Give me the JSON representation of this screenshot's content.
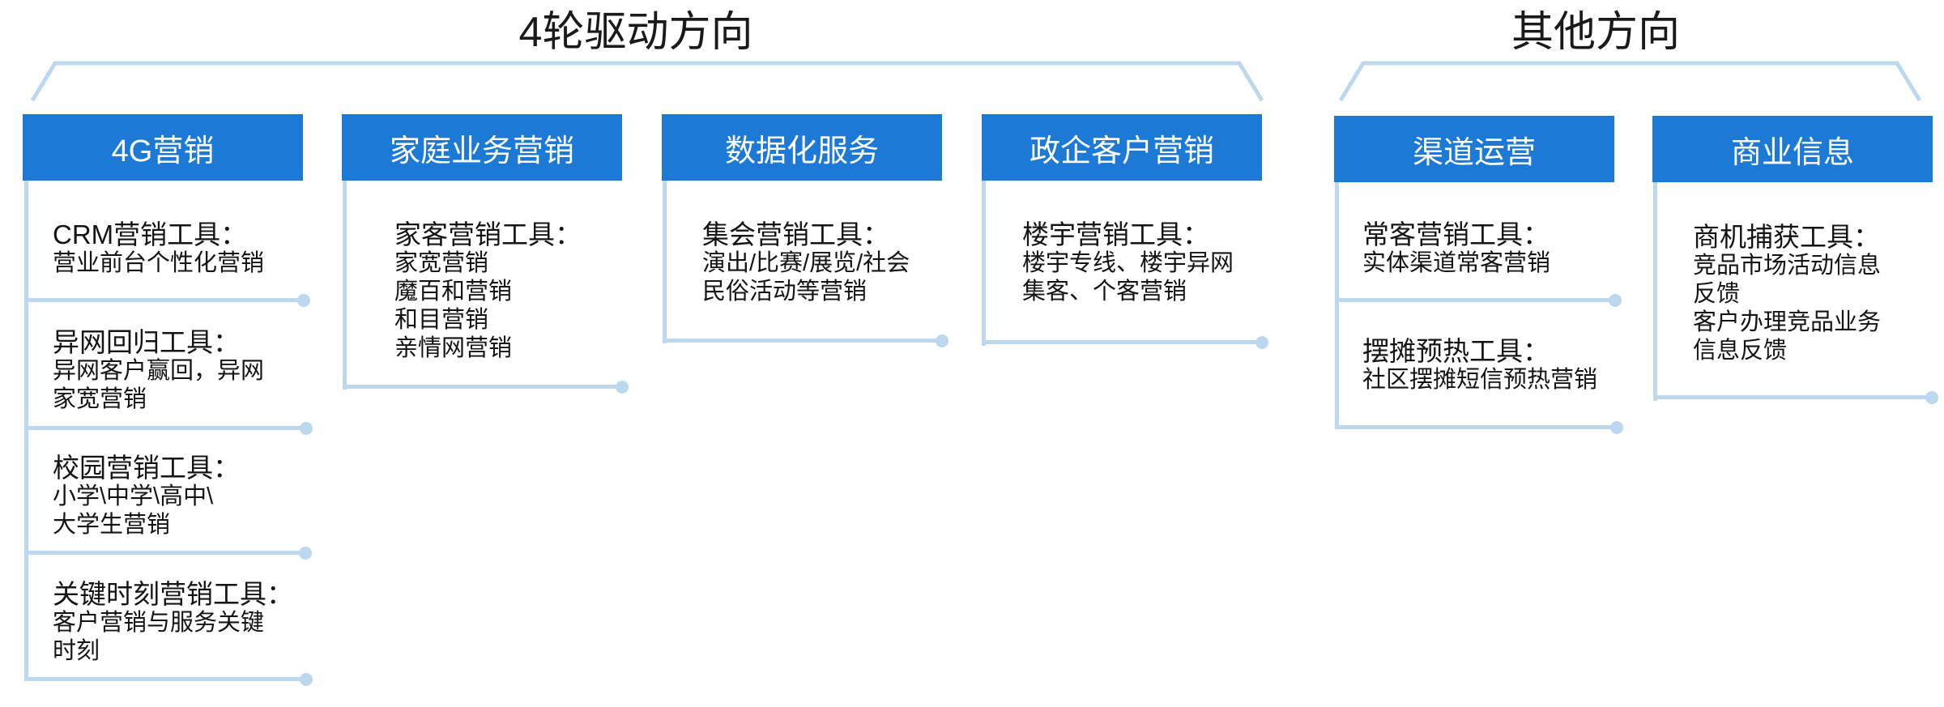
{
  "group_titles": {
    "four_wheel": "4轮驱动方向",
    "other": "其他方向"
  },
  "columns": [
    {
      "header": "4G营销",
      "blocks": [
        {
          "title": "CRM营销工具：",
          "lines": [
            "营业前台个性化营销"
          ]
        },
        {
          "title": "异网回归工具：",
          "lines": [
            "异网客户赢回，异网",
            "家宽营销"
          ]
        },
        {
          "title": "校园营销工具：",
          "lines": [
            "小学\\中学\\高中\\",
            "大学生营销"
          ]
        },
        {
          "title": "关键时刻营销工具：",
          "lines": [
            "客户营销与服务关键",
            "时刻"
          ]
        }
      ]
    },
    {
      "header": "家庭业务营销",
      "blocks": [
        {
          "title": "家客营销工具：",
          "lines": [
            "家宽营销",
            "魔百和营销",
            "和目营销",
            "亲情网营销"
          ]
        }
      ]
    },
    {
      "header": "数据化服务",
      "blocks": [
        {
          "title": "集会营销工具：",
          "lines": [
            "演出/比赛/展览/社会",
            "民俗活动等营销"
          ]
        }
      ]
    },
    {
      "header": "政企客户营销",
      "blocks": [
        {
          "title": "楼宇营销工具：",
          "lines": [
            "楼宇专线、楼宇异网",
            "集客、个客营销"
          ]
        }
      ]
    },
    {
      "header": "渠道运营",
      "blocks": [
        {
          "title": "常客营销工具：",
          "lines": [
            "实体渠道常客营销"
          ]
        },
        {
          "title": "摆摊预热工具：",
          "lines": [
            "社区摆摊短信预热营销"
          ]
        }
      ]
    },
    {
      "header": "商业信息",
      "blocks": [
        {
          "title": "商机捕获工具：",
          "lines": [
            "竞品市场活动信息",
            "反馈",
            "客户办理竞品业务",
            "信息反馈"
          ]
        }
      ]
    }
  ]
}
